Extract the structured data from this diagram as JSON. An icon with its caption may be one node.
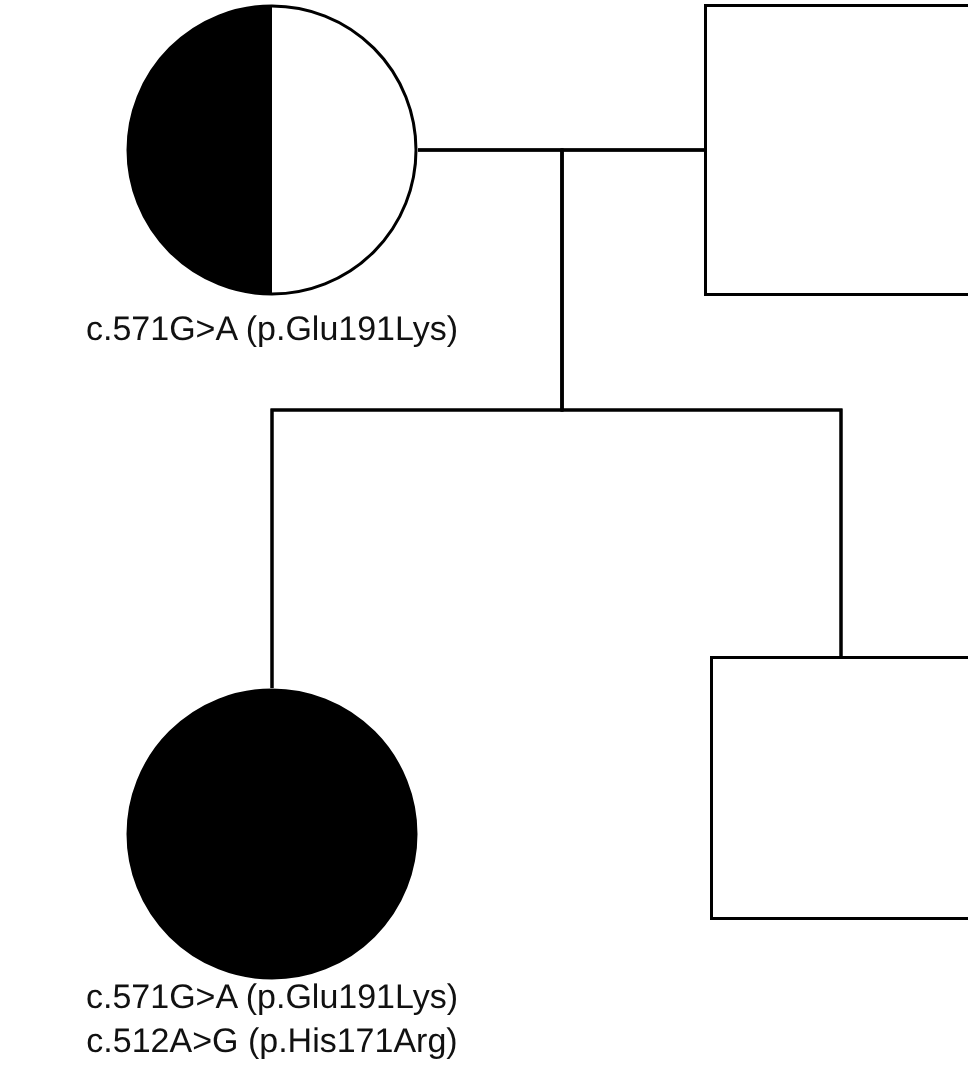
{
  "diagram": {
    "nodes": [
      {
        "text": [],
        "shape": "circle",
        "beside": [
          "c.571G>A (p.Glu191Lys)"
        ]
      },
      {
        "text": [],
        "shape": "box"
      },
      {
        "text": [],
        "shape": "circle",
        "beside": [
          "c.571G>A (p.Glu191Lys)",
          "c.512A>G (p.His171Arg)"
        ]
      },
      {
        "text": [],
        "shape": "box"
      }
    ],
    "edges": [
      {
        "from": 0,
        "to": 1,
        "arrow": "none"
      },
      {
        "from": 0,
        "to": 2,
        "arrow": "none"
      },
      {
        "from": 0,
        "to": 3,
        "arrow": "none"
      },
      {
        "from": 1,
        "to": 2,
        "arrow": "none"
      },
      {
        "from": 1,
        "to": 3,
        "arrow": "none"
      }
    ]
  }
}
